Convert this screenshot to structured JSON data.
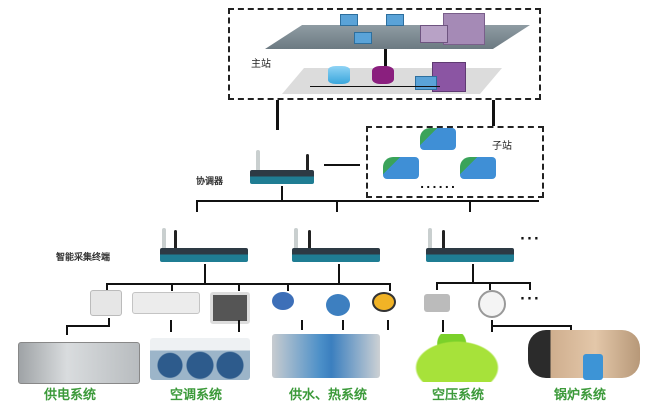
{
  "main_station": {
    "label": "主站"
  },
  "sub_station": {
    "label": "子站",
    "ellipsis": "......"
  },
  "coordinator": {
    "label": "协调器"
  },
  "collector": {
    "label": "智能采集终端",
    "ellipsis": "···"
  },
  "sensors": {
    "ellipsis": "···"
  },
  "systems": [
    {
      "label": "供电系统"
    },
    {
      "label": "空调系统"
    },
    {
      "label": "供水、热系统"
    },
    {
      "label": "空压系统"
    },
    {
      "label": "锅炉系统"
    }
  ],
  "colors": {
    "system_label": "#3c9a3a",
    "router_blue": "#1f7d93",
    "line": "#111111"
  }
}
